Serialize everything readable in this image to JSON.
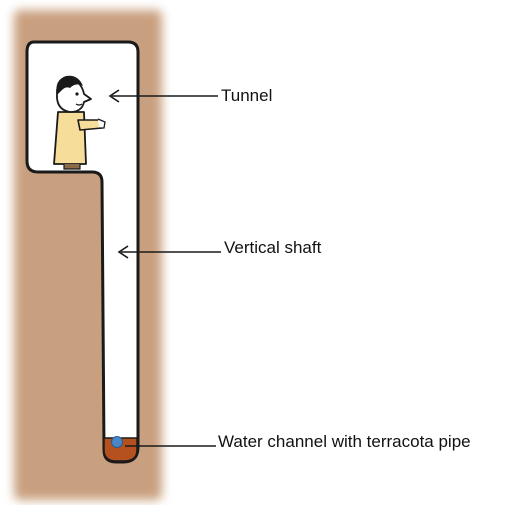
{
  "labels": {
    "tunnel": "Tunnel",
    "vertical_shaft": "Vertical shaft",
    "water_channel": "Water channel with terracota pipe"
  },
  "colors": {
    "soil": "#c9a07f",
    "cavity": "#ffffff",
    "outline": "#1a1a1a",
    "figure_shirt": "#f7dd9a",
    "pipe_soil": "#b5511f",
    "pipe_water": "#4a86c5"
  }
}
